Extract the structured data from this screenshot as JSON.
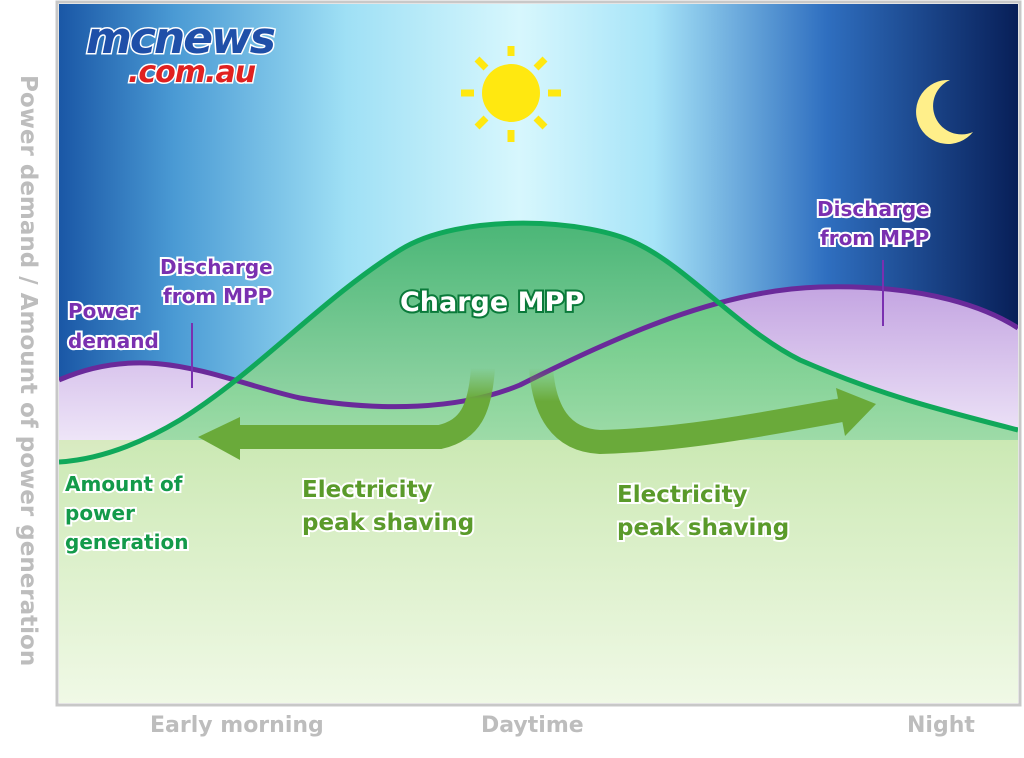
{
  "logo": {
    "line1": "mcnews",
    "line2": ".com.au"
  },
  "axis": {
    "y_label": "Power demand / Amount of power generation",
    "x_ticks": [
      "Early morning",
      "Daytime",
      "Night"
    ]
  },
  "labels": {
    "power_demand": [
      "Power",
      "demand"
    ],
    "discharge_left": [
      "Discharge",
      "from MPP"
    ],
    "discharge_right": [
      "Discharge",
      "from MPP"
    ],
    "charge": "Charge MPP",
    "generation": [
      "Amount of",
      "power",
      "generation"
    ],
    "peak_left": [
      "Electricity",
      "peak shaving"
    ],
    "peak_right": [
      "Electricity",
      "peak shaving"
    ]
  },
  "icons": {
    "day": "sun-icon",
    "night": "moon-icon"
  },
  "colors": {
    "demand": "#6a2a9a",
    "generation": "#10a85a",
    "arrow": "#6aaa3a",
    "label_purple": "#7a30b0",
    "label_green": "#139a4a",
    "label_arrow": "#5a9a2a",
    "sun": "#ffe810",
    "moon": "#ffef8a",
    "axis_text": "#bdbdbd"
  }
}
